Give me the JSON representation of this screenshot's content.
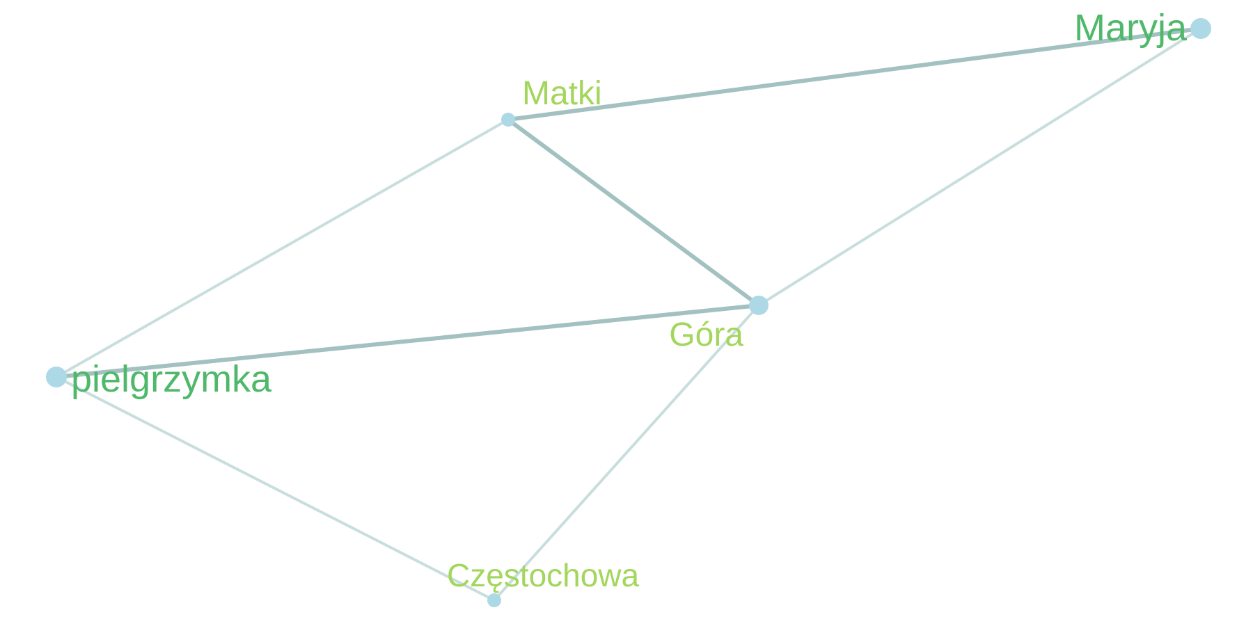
{
  "colors": {
    "background": "#ffffff",
    "node_fill": "#add8e6",
    "edge_strong": "#a3c1c1",
    "edge_weak": "#c8dedd",
    "label_dark_green": "#4fb86a",
    "label_light_green": "#a3d65c"
  },
  "nodes": [
    {
      "id": "maryja",
      "label": "Maryja",
      "size": "large",
      "label_color": "label_dark_green"
    },
    {
      "id": "matki",
      "label": "Matki",
      "size": "small",
      "label_color": "label_light_green"
    },
    {
      "id": "gora",
      "label": "Góra",
      "size": "medium",
      "label_color": "label_light_green"
    },
    {
      "id": "pielgrzymka",
      "label": "pielgrzymka",
      "size": "large",
      "label_color": "label_dark_green"
    },
    {
      "id": "czestochowa",
      "label": "Częstochowa",
      "size": "small",
      "label_color": "label_light_green"
    }
  ],
  "edges": [
    {
      "source": "matki",
      "target": "maryja",
      "weight": "strong"
    },
    {
      "source": "matki",
      "target": "gora",
      "weight": "strong"
    },
    {
      "source": "pielgrzymka",
      "target": "gora",
      "weight": "strong"
    },
    {
      "source": "pielgrzymka",
      "target": "matki",
      "weight": "weak"
    },
    {
      "source": "gora",
      "target": "maryja",
      "weight": "weak"
    },
    {
      "source": "pielgrzymka",
      "target": "czestochowa",
      "weight": "weak"
    },
    {
      "source": "czestochowa",
      "target": "gora",
      "weight": "weak"
    }
  ]
}
